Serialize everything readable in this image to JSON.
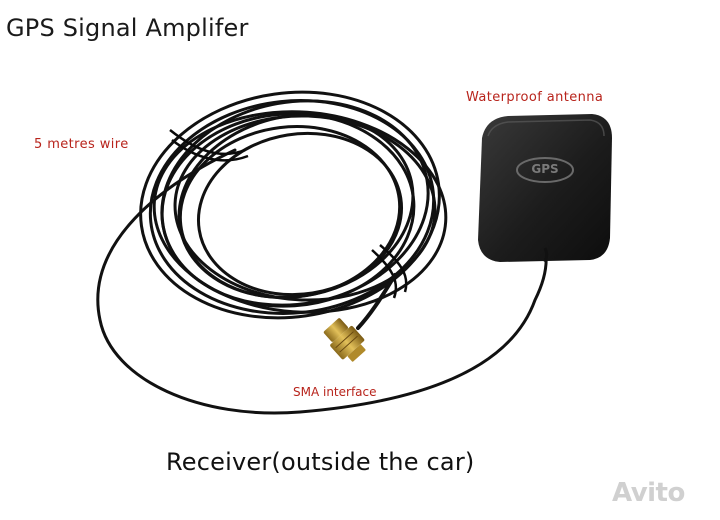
{
  "title": "GPS Signal Amplifer",
  "labels": {
    "antenna": "Waterproof antenna",
    "wire": "5 metres wire",
    "sma": "SMA interface"
  },
  "antenna_badge": "GPS",
  "caption": "Receiver(outside the car)",
  "watermark": "Avito",
  "colors": {
    "label_red": "#b8241c",
    "cable": "#111111",
    "connector_gold": "#c9a23a"
  }
}
